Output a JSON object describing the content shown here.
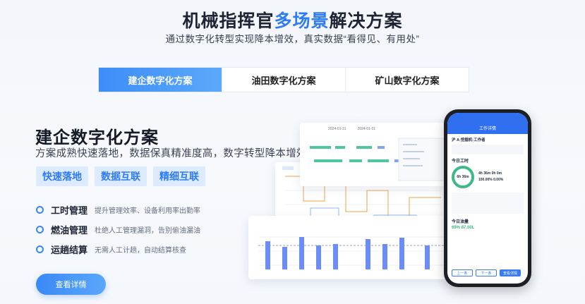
{
  "header": {
    "title_part1": "机械指挥官",
    "title_highlight": "多场景",
    "title_part2": "解决方案",
    "subtitle": "通过数字化转型实现降本增效，真实数据“看得见、有用处”"
  },
  "tabs": [
    {
      "label": "建企数字化方案",
      "active": true
    },
    {
      "label": "油田数字化方案",
      "active": false
    },
    {
      "label": "矿山数字化方案",
      "active": false
    }
  ],
  "solution": {
    "heading": "建企数字化方案",
    "description": "方案成熟快速落地，数据保真精准度高，数字转型降本增效",
    "tags": [
      "快速落地",
      "数据互联",
      "精细互联"
    ],
    "features": [
      {
        "title": "工时管理",
        "desc": "提升管理效率、设备利用率出勤率"
      },
      {
        "title": "燃油管理",
        "desc": "杜绝人工管理漏洞，告别偷油漏油"
      },
      {
        "title": "运趟结算",
        "desc": "无需人工计趟，自动结算核查"
      }
    ],
    "cta_label": "查看详情"
  },
  "mockup": {
    "gantt_dates": [
      "2024-01-31",
      "2024-01-01"
    ],
    "phone_title": "工作详情",
    "phone_vehicle": "沪 A·挖掘机·工作者",
    "phone_section": "今日工时",
    "phone_ring_value": "6h 36m",
    "phone_stat1": "4h 36m",
    "phone_stat2": "0h 0m",
    "phone_pct1": "100.00%",
    "phone_pct2": "0.00%",
    "phone_section2": "今日油量",
    "phone_fuel1": "69%",
    "phone_fuel2": "87.00L",
    "phone_btn1": "上一条",
    "phone_btn2": "下一条",
    "phone_btn3": "查看详情"
  },
  "colors": {
    "accent": "#2f7bf5",
    "tag_bg": "#dcebff"
  }
}
